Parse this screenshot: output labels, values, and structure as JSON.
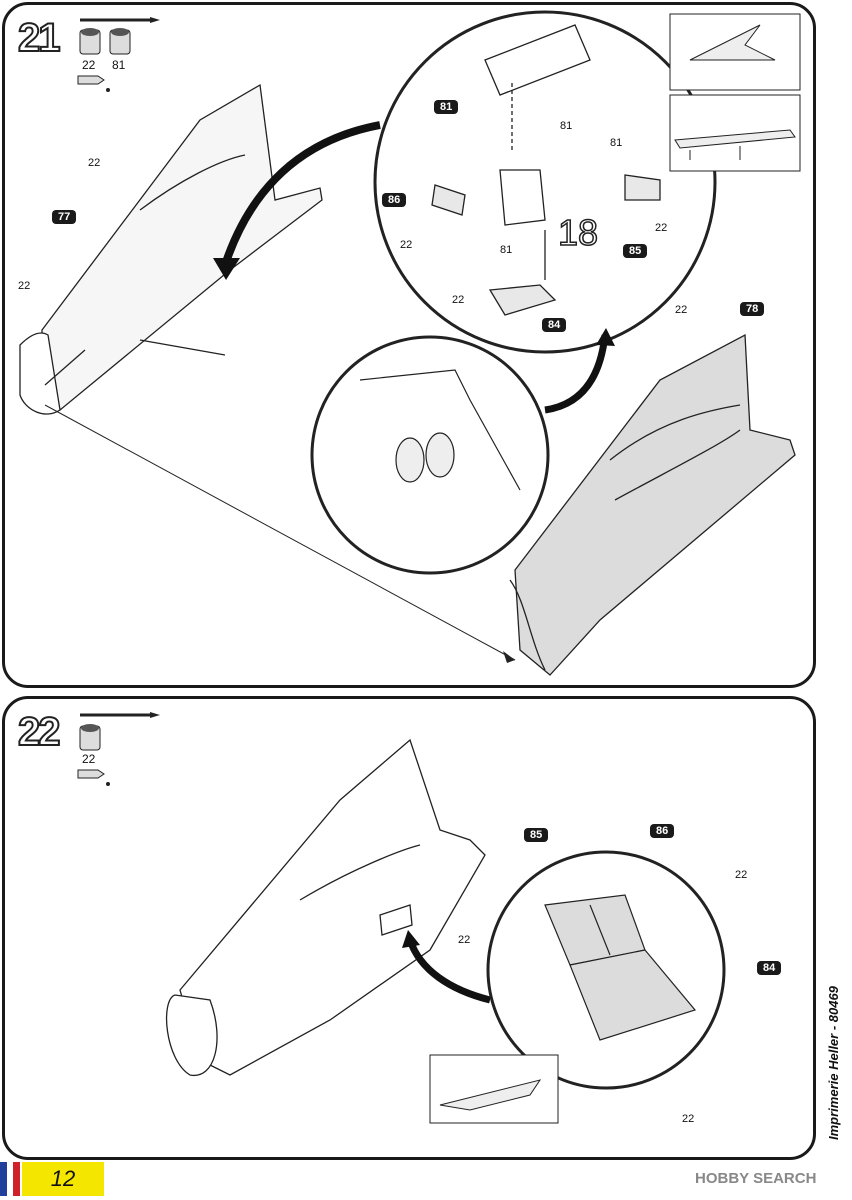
{
  "step21": {
    "number": "21",
    "paints": [
      "22",
      "81"
    ],
    "part_tags": {
      "fin_left": "77",
      "fin_right": "78",
      "gear_base": "84",
      "door_a": "85",
      "door_b": "86",
      "box": "81"
    },
    "labels": {
      "left_paint_a": "22",
      "left_paint_b": "22",
      "right_paint": "22",
      "detail_81_a": "81",
      "detail_81_b": "81",
      "detail_81_c": "81",
      "detail_22_a": "22",
      "detail_22_b": "22",
      "detail_22_c": "22",
      "ref_part": "18"
    }
  },
  "step22": {
    "number": "22",
    "paints": [
      "22"
    ],
    "part_tags": {
      "door_a": "85",
      "door_b": "86",
      "gear_base": "84"
    },
    "labels": {
      "paint_a": "22",
      "paint_b": "22",
      "paint_c": "22"
    }
  },
  "footer": {
    "page_number": "12",
    "publisher": "Imprimerie Heller - 80469",
    "watermark": "HOBBY SEARCH",
    "flag_colors": [
      "#1f3f9a",
      "#ffffff",
      "#d0202a"
    ],
    "page_box_color": "#f5e600"
  }
}
